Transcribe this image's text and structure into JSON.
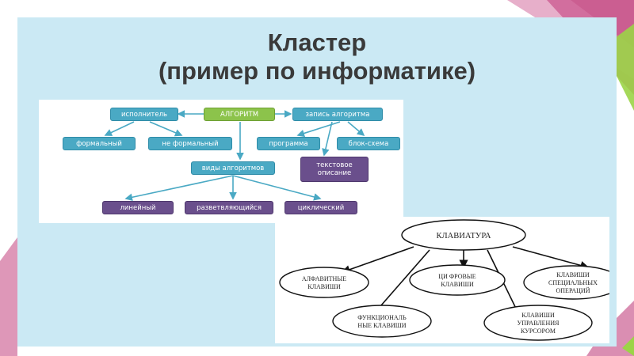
{
  "title": {
    "line1": "Кластер",
    "line2": "(пример по информатике)"
  },
  "algorithm_diagram": {
    "root": "АЛГОРИТМ",
    "executor": "исполнитель",
    "formal": "формальный",
    "not_formal": "не формальный",
    "record": "запись алгоритма",
    "program": "программа",
    "flowchart": "блок-схема",
    "text_desc": "текстовое описание",
    "types": "виды алгоритмов",
    "linear": "линейный",
    "branching": "разветвляющийся",
    "cyclic": "циклический"
  },
  "keyboard_diagram": {
    "root": "КЛАВИАТУРА",
    "alpha": [
      "АЛФАВИТНЫЕ",
      "КЛАВИШИ"
    ],
    "digits": [
      "ЦИ ФРОВЫЕ",
      "КЛАВИШИ"
    ],
    "special": [
      "КЛАВИШИ",
      "СПЕЦИАЛЬНЫХ",
      "ОПЕРАЦИЙ"
    ],
    "function": [
      "ФУНКЦИОНАЛЬ",
      "НЫЕ КЛАВИШИ"
    ],
    "cursor": [
      "КЛАВИШИ",
      "УПРАВЛЕНИЯ",
      "КУРСОРОМ"
    ]
  },
  "colors": {
    "slide_bg": "#cbe9f4",
    "teal": "#4aa9c4",
    "green": "#8cc34b",
    "purple": "#6a4f8c",
    "deco_magenta": "#c2427e",
    "deco_green": "#9bd447"
  }
}
